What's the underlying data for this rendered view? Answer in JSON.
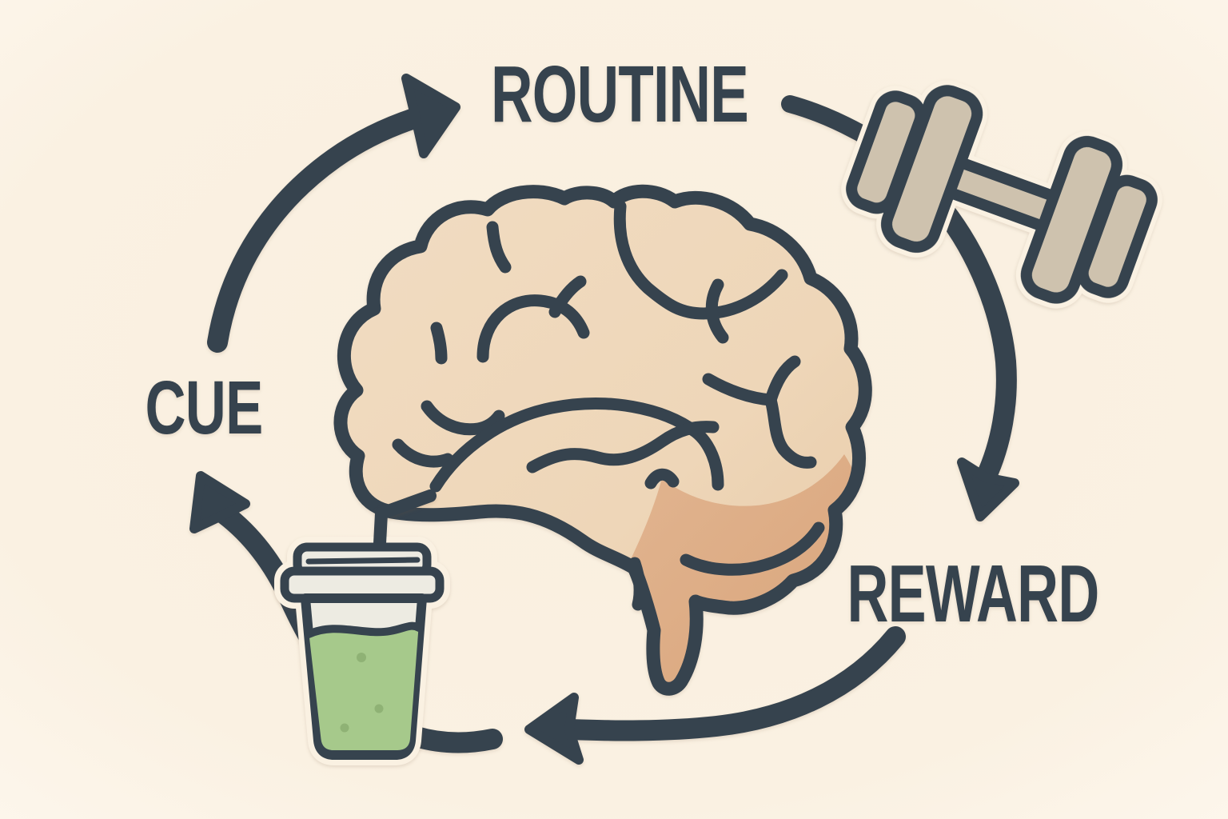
{
  "diagram": {
    "title_labels": {
      "routine": "ROUTINE",
      "cue": "CUE",
      "reward": "REWARD"
    },
    "icons": [
      {
        "name": "brain-icon",
        "meaning": "habit / brain"
      },
      {
        "name": "dumbbell-icon",
        "meaning": "workout routine"
      },
      {
        "name": "smoothie-cup-icon",
        "meaning": "smoothie reward cue"
      }
    ],
    "arrows": [
      {
        "name": "arrow-cue-to-routine",
        "from": "CUE",
        "to": "ROUTINE"
      },
      {
        "name": "connector-routine-to-dumbbell",
        "from": "ROUTINE",
        "to": "dumbbell"
      },
      {
        "name": "arrow-dumbbell-to-reward",
        "from": "dumbbell",
        "to": "REWARD"
      },
      {
        "name": "arrow-reward-to-cup",
        "from": "REWARD",
        "to": "smoothie cup"
      },
      {
        "name": "arrow-cup-to-cue",
        "from": "smoothie cup",
        "to": "CUE"
      }
    ]
  },
  "colors": {
    "background": "#faf1e2",
    "ink": "#36434e",
    "brain": "#efd9bd",
    "brain_deep": "#e7c9a6",
    "brain_shade": "#dcaa82",
    "dumbbell": "#cec2ae",
    "smoothie": "#a6c98b",
    "smoothie_dots": "#8fb275",
    "cup": "#edebe2"
  }
}
